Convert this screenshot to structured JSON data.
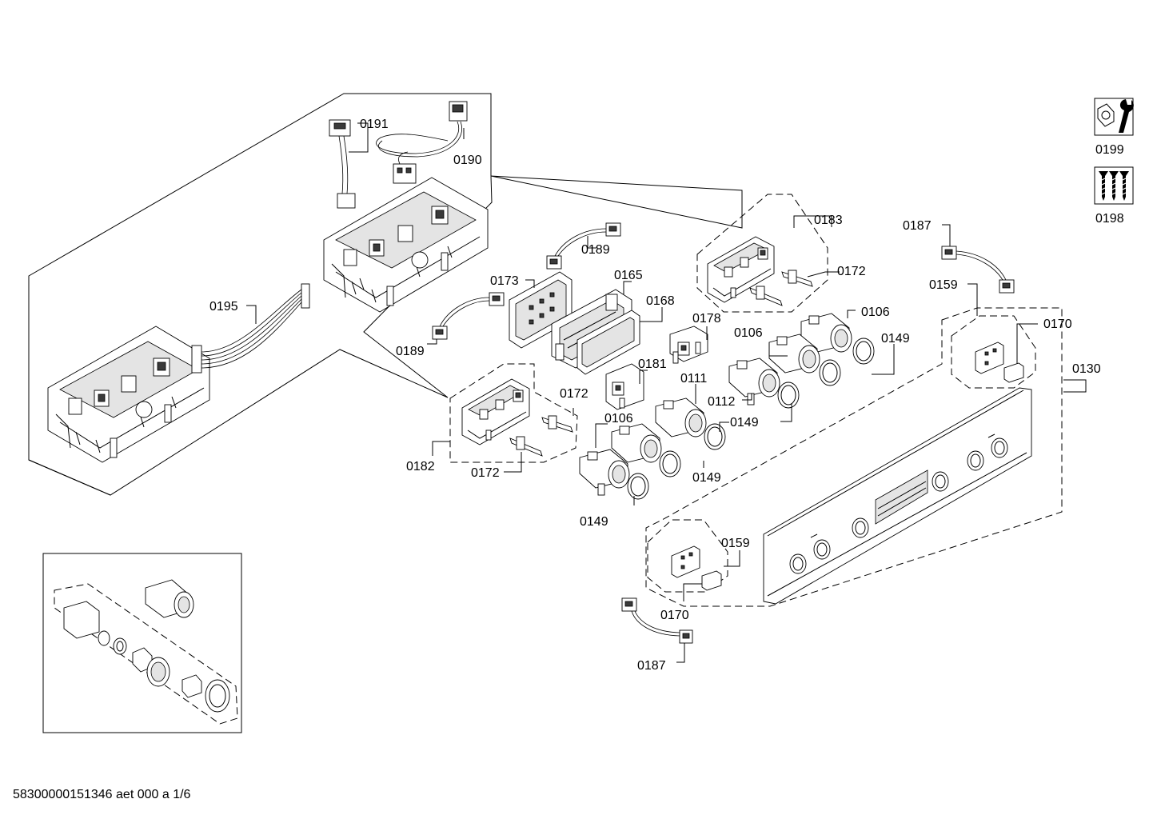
{
  "labels": {
    "p0191": "0191",
    "p0190": "0190",
    "p0195": "0195",
    "p0189a": "0189",
    "p0173": "0173",
    "p0165": "0165",
    "p0168": "0168",
    "p0189b": "0189",
    "p0178": "0178",
    "p0181": "0181",
    "p0111": "0111",
    "p0106a": "0106",
    "p0106b": "0106",
    "p0106c": "0106",
    "p0112": "0112",
    "p0149a": "0149",
    "p0149b": "0149",
    "p0149c": "0149",
    "p0149d": "0149",
    "p0172a": "0172",
    "p0172b": "0172",
    "p0172c": "0172",
    "p0182": "0182",
    "p0183": "0183",
    "p0187a": "0187",
    "p0187b": "0187",
    "p0159a": "0159",
    "p0159b": "0159",
    "p0170a": "0170",
    "p0170b": "0170",
    "p0130": "0130",
    "p0199": "0199",
    "p0198": "0198"
  },
  "footer": {
    "document_id": "58300000151346 aet 000 a 1/6"
  },
  "icons": {
    "tool": "wrench-nut-icon",
    "screws": "screws-icon"
  }
}
